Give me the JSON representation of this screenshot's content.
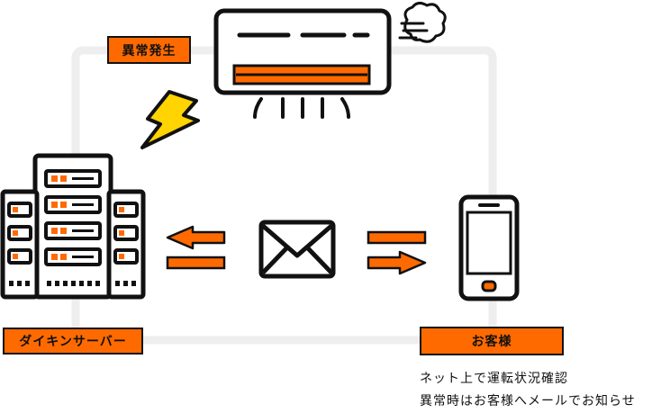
{
  "labels": {
    "anomaly": "異常発生",
    "server": "ダイキンサーバー",
    "customer": "お客様"
  },
  "description": {
    "line1": "ネット上で運転状況確認",
    "line2": "異常時はお客様へメールでお知らせ"
  },
  "icons": {
    "air_conditioner": "air-conditioner-icon",
    "wind": "wind-puff-icon",
    "lightning": "lightning-bolt-icon",
    "server": "server-building-icon",
    "mail": "mail-envelope-icon",
    "phone": "smartphone-icon",
    "arrow_left": "arrow-left-icon",
    "arrow_right": "arrow-right-icon"
  },
  "colors": {
    "accent": "#ff6a00",
    "stroke": "#111111",
    "loop": "#eeeeee",
    "bolt": "#ffd400"
  }
}
